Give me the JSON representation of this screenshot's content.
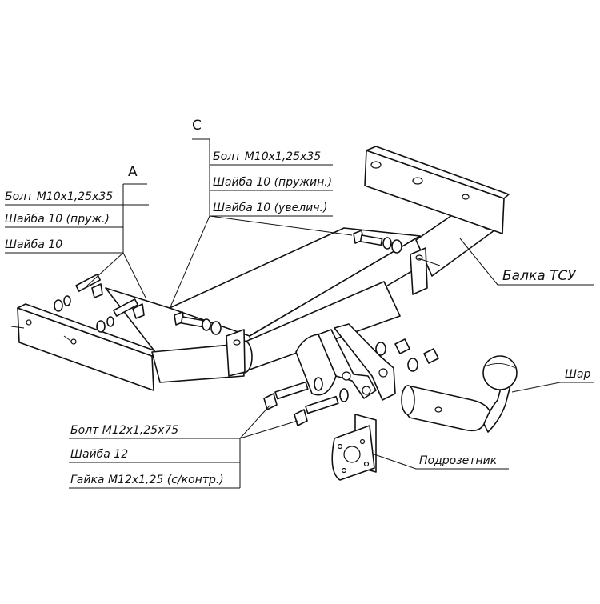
{
  "diagram": {
    "groups": {
      "a": {
        "letter": "A",
        "items": [
          "Болт М10х1,25х35",
          "Шайба 10 (пруж.)",
          "Шайба 10"
        ]
      },
      "c": {
        "letter": "С",
        "items": [
          "Болт М10х1,25х35",
          "Шайба 10 (пружин.)",
          "Шайба 10 (увелич.)"
        ]
      },
      "bottom": {
        "items": [
          "Болт М12х1,25х75",
          "Шайба 12",
          "Гайка М12х1,25 (с/контр.)"
        ]
      }
    },
    "parts": {
      "beam": "Балка ТСУ",
      "ball": "Шар",
      "socket": "Подрозетник"
    }
  }
}
